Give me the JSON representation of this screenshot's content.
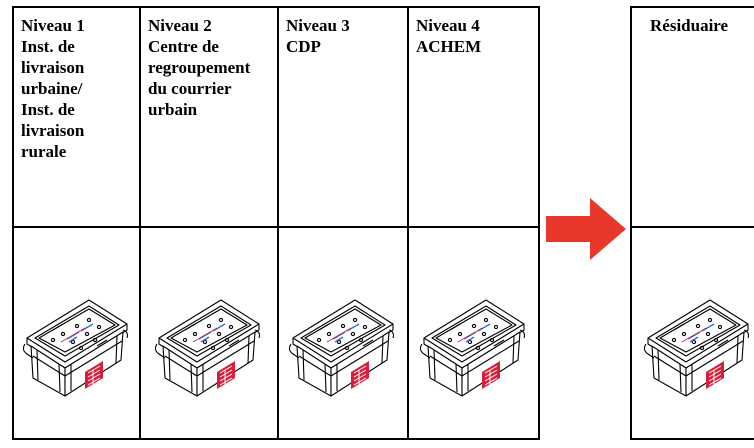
{
  "columns": [
    {
      "id": "niveau-1",
      "lines": [
        "Niveau 1",
        "Inst. de",
        "livraison",
        "urbaine/",
        "Inst. de",
        "livraison",
        "rurale"
      ]
    },
    {
      "id": "niveau-2",
      "lines": [
        "Niveau 2",
        "Centre de",
        "regroupement",
        "du courrier",
        "urbain"
      ]
    },
    {
      "id": "niveau-3",
      "lines": [
        "Niveau 3",
        "CDP"
      ]
    },
    {
      "id": "niveau-4",
      "lines": [
        "Niveau 4",
        "ACHEM"
      ]
    },
    {
      "id": "residuaire",
      "lines": [
        "Résiduaire"
      ]
    }
  ],
  "arrow": {
    "color": "#e8382c"
  },
  "bin": {
    "outline": "#000000",
    "label_color": "#2a73d6",
    "accent": "#d81e3a"
  }
}
